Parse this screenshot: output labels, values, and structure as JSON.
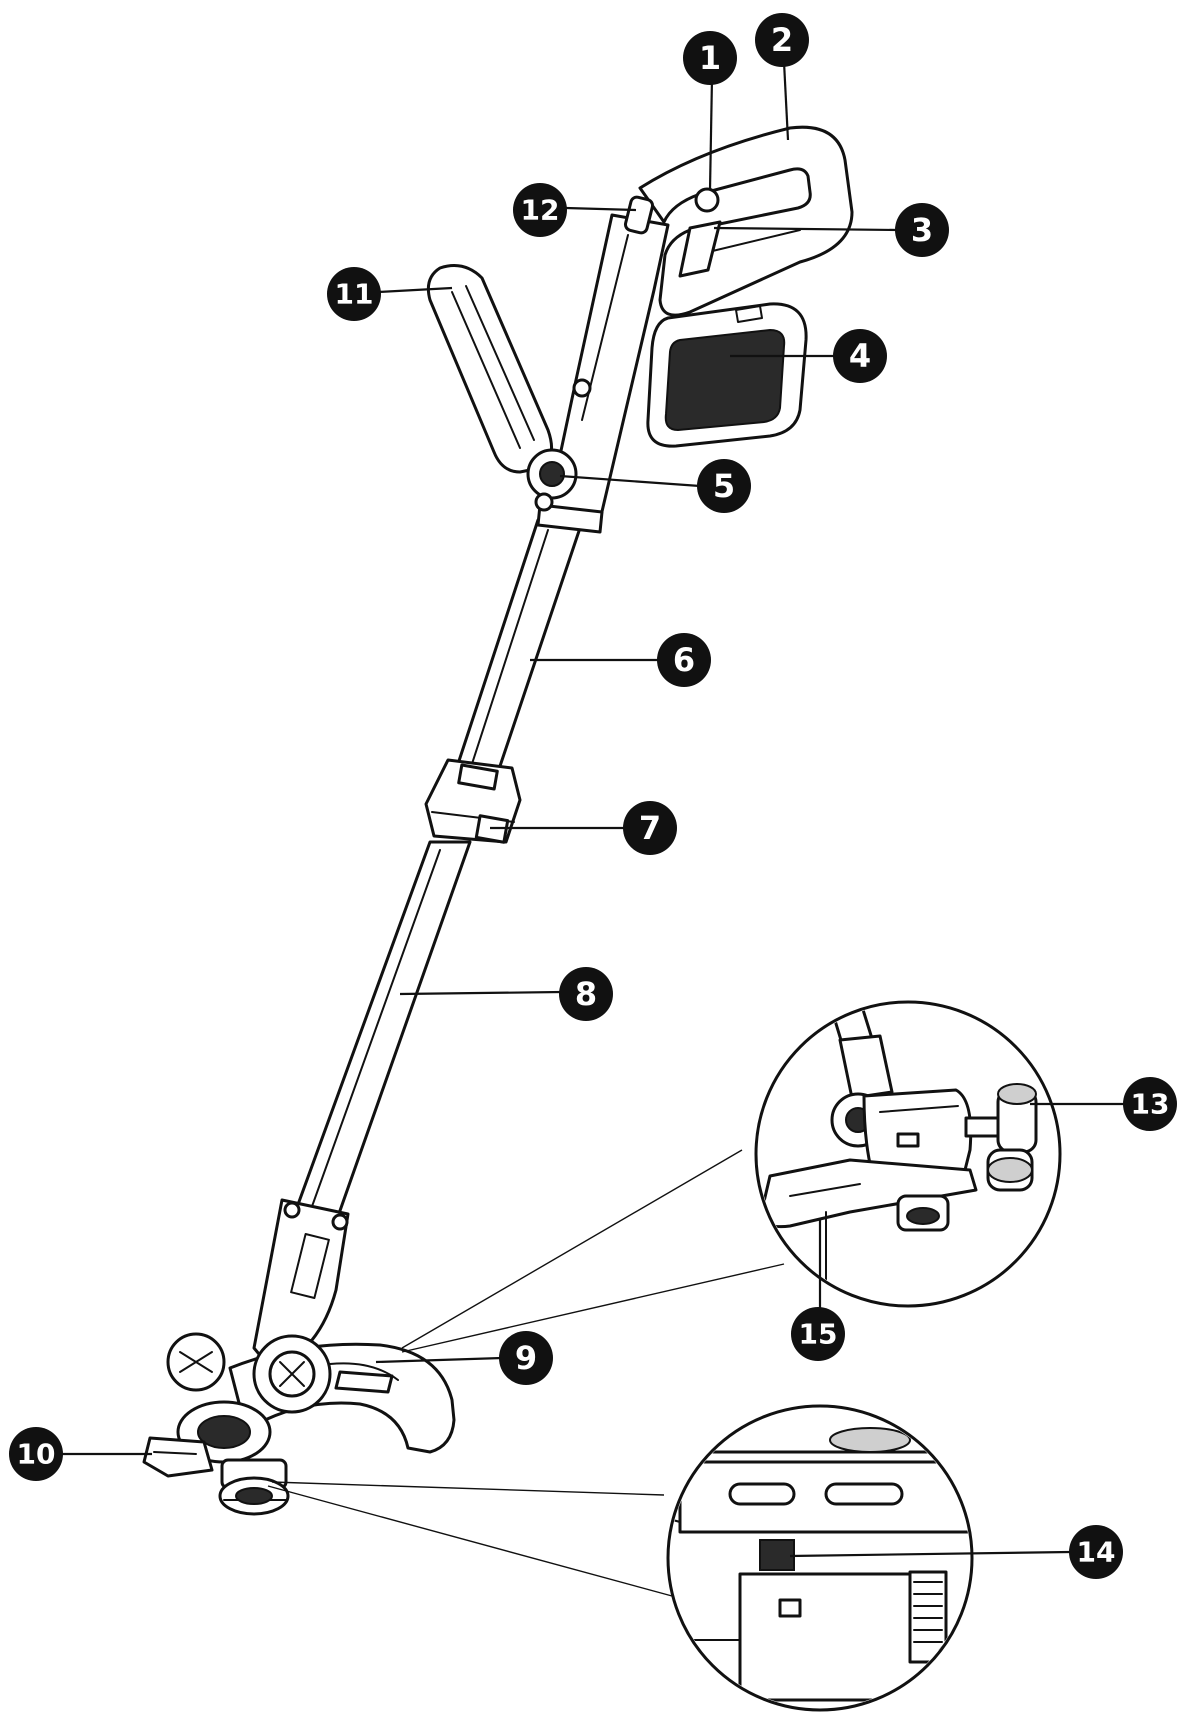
{
  "diagram": {
    "callouts": [
      {
        "id": "1",
        "label": "1"
      },
      {
        "id": "2",
        "label": "2"
      },
      {
        "id": "3",
        "label": "3"
      },
      {
        "id": "4",
        "label": "4"
      },
      {
        "id": "5",
        "label": "5"
      },
      {
        "id": "6",
        "label": "6"
      },
      {
        "id": "7",
        "label": "7"
      },
      {
        "id": "8",
        "label": "8"
      },
      {
        "id": "9",
        "label": "9"
      },
      {
        "id": "10",
        "label": "10"
      },
      {
        "id": "11",
        "label": "11"
      },
      {
        "id": "12",
        "label": "12"
      },
      {
        "id": "13",
        "label": "13"
      },
      {
        "id": "14",
        "label": "14"
      },
      {
        "id": "15",
        "label": "15"
      }
    ],
    "colors": {
      "line": "#111111",
      "badge": "#111111",
      "badge_text": "#ffffff",
      "background": "#ffffff"
    }
  }
}
